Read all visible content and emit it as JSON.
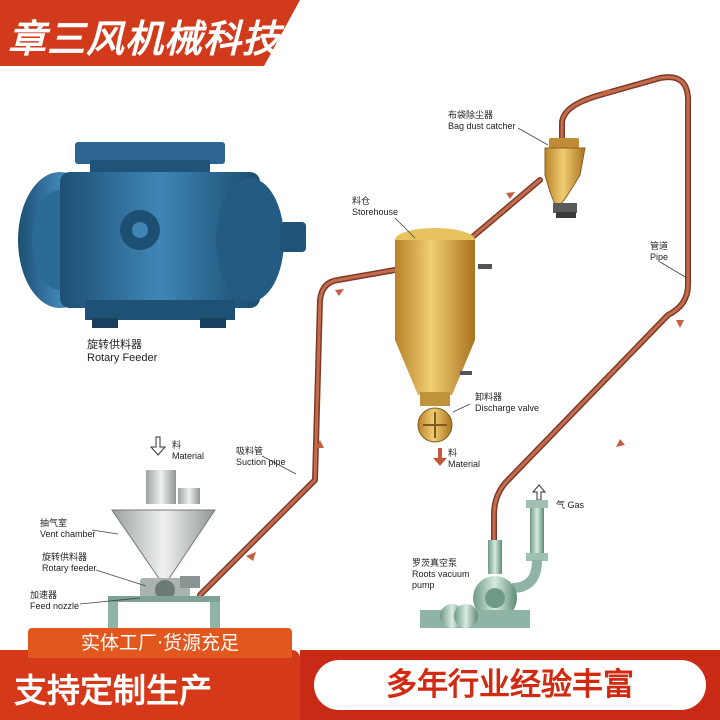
{
  "header": {
    "company": "章三风机械科技"
  },
  "photo": {
    "label_cn": "旋转供料器",
    "label_en": "Rotary Feeder"
  },
  "labels": {
    "bag_cn": "布袋除尘器",
    "bag_en": "Bag dust catcher",
    "store_cn": "料仓",
    "store_en": "Storehouse",
    "pipe_cn": "管道",
    "pipe_en": "Pipe",
    "discharge_cn": "卸料器",
    "discharge_en": "Discharge valve",
    "material_cn": "料",
    "material_en": "Material",
    "material2_cn": "料",
    "material2_en": "Material",
    "suction_cn": "吸料管",
    "suction_en": "Suction pipe",
    "vent_cn": "抽气室",
    "vent_en": "Vent chamber",
    "rotary_cn": "旋转供料器",
    "rotary_en": "Rotary feeder",
    "nozzle_cn": "加速器",
    "nozzle_en": "Feed nozzle",
    "gas_cn": "气",
    "gas_en": "Gas",
    "roots_cn": "罗茨真空泵",
    "roots_en1": "Roots vacuum",
    "roots_en2": "pump"
  },
  "bottom": {
    "tab": "实体工厂·货源充足",
    "left": "支持定制生产",
    "right": "多年行业经验丰富"
  },
  "colors": {
    "brand_red": "#d23a1c",
    "pipe": "#b8553c",
    "tank": "#d9a640",
    "feeder": "#2f6e99"
  }
}
